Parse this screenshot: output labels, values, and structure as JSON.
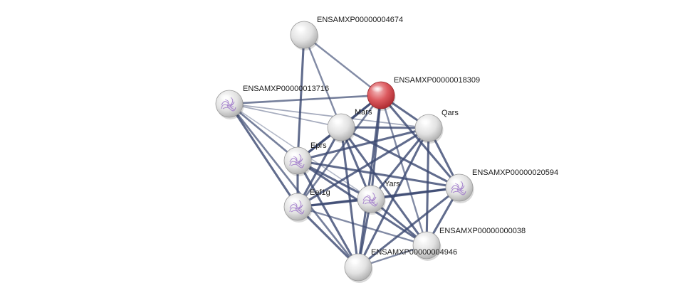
{
  "network": {
    "colors": {
      "edge": "#3c4a72",
      "node_default": "#e6e6e6",
      "node_query": "#d9454a",
      "structure": "#9a72c8"
    },
    "nodes": [
      {
        "id": "n4674",
        "label": "ENSAMXP00000004674",
        "query": false,
        "structure": false
      },
      {
        "id": "n18309",
        "label": "ENSAMXP00000018309",
        "query": true,
        "structure": false
      },
      {
        "id": "n13716",
        "label": "ENSAMXP00000013716",
        "query": false,
        "structure": true
      },
      {
        "id": "mars",
        "label": "Mars",
        "query": false,
        "structure": false
      },
      {
        "id": "qars",
        "label": "Qars",
        "query": false,
        "structure": false
      },
      {
        "id": "eprs",
        "label": "Eprs",
        "query": false,
        "structure": true
      },
      {
        "id": "n20594",
        "label": "ENSAMXP00000020594",
        "query": false,
        "structure": true
      },
      {
        "id": "yars",
        "label": "Yars",
        "query": false,
        "structure": true
      },
      {
        "id": "eef1g",
        "label": "Eef1g",
        "query": false,
        "structure": true
      },
      {
        "id": "n38",
        "label": "ENSAMXP00000000038",
        "query": false,
        "structure": false
      },
      {
        "id": "n4946",
        "label": "ENSAMXP00000004946",
        "query": false,
        "structure": false
      }
    ],
    "edges": [
      {
        "from": "n4674",
        "to": "n18309",
        "strength": 0.55
      },
      {
        "from": "n4674",
        "to": "mars",
        "strength": 0.55
      },
      {
        "from": "n4674",
        "to": "eprs",
        "strength": 0.8
      },
      {
        "from": "n13716",
        "to": "n18309",
        "strength": 0.65
      },
      {
        "from": "n13716",
        "to": "mars",
        "strength": 0.3
      },
      {
        "from": "n13716",
        "to": "qars",
        "strength": 0.3
      },
      {
        "from": "n13716",
        "to": "eprs",
        "strength": 0.65
      },
      {
        "from": "n13716",
        "to": "eef1g",
        "strength": 0.8
      },
      {
        "from": "n13716",
        "to": "yars",
        "strength": 0.2
      },
      {
        "from": "n13716",
        "to": "n4946",
        "strength": 0.65
      },
      {
        "from": "n18309",
        "to": "mars",
        "strength": 0.8
      },
      {
        "from": "n18309",
        "to": "qars",
        "strength": 0.8
      },
      {
        "from": "n18309",
        "to": "eprs",
        "strength": 0.8
      },
      {
        "from": "n18309",
        "to": "n20594",
        "strength": 0.8
      },
      {
        "from": "n18309",
        "to": "yars",
        "strength": 0.8
      },
      {
        "from": "n18309",
        "to": "eef1g",
        "strength": 0.65
      },
      {
        "from": "n18309",
        "to": "n38",
        "strength": 0.55
      },
      {
        "from": "n18309",
        "to": "n4946",
        "strength": 0.8
      },
      {
        "from": "mars",
        "to": "qars",
        "strength": 0.8
      },
      {
        "from": "mars",
        "to": "eprs",
        "strength": 0.8
      },
      {
        "from": "mars",
        "to": "n20594",
        "strength": 0.8
      },
      {
        "from": "mars",
        "to": "yars",
        "strength": 0.8
      },
      {
        "from": "mars",
        "to": "eef1g",
        "strength": 0.8
      },
      {
        "from": "mars",
        "to": "n38",
        "strength": 0.8
      },
      {
        "from": "mars",
        "to": "n4946",
        "strength": 0.8
      },
      {
        "from": "qars",
        "to": "eprs",
        "strength": 0.8
      },
      {
        "from": "qars",
        "to": "n20594",
        "strength": 0.8
      },
      {
        "from": "qars",
        "to": "yars",
        "strength": 0.8
      },
      {
        "from": "qars",
        "to": "eef1g",
        "strength": 0.8
      },
      {
        "from": "qars",
        "to": "n38",
        "strength": 0.8
      },
      {
        "from": "qars",
        "to": "n4946",
        "strength": 0.8
      },
      {
        "from": "eprs",
        "to": "n20594",
        "strength": 0.8
      },
      {
        "from": "eprs",
        "to": "yars",
        "strength": 0.8
      },
      {
        "from": "eprs",
        "to": "eef1g",
        "strength": 0.8
      },
      {
        "from": "eprs",
        "to": "n38",
        "strength": 0.8
      },
      {
        "from": "eprs",
        "to": "n4946",
        "strength": 0.8
      },
      {
        "from": "n20594",
        "to": "yars",
        "strength": 0.8
      },
      {
        "from": "n20594",
        "to": "eef1g",
        "strength": 0.8
      },
      {
        "from": "n20594",
        "to": "n38",
        "strength": 0.8
      },
      {
        "from": "n20594",
        "to": "n4946",
        "strength": 0.8
      },
      {
        "from": "yars",
        "to": "eef1g",
        "strength": 0.8
      },
      {
        "from": "yars",
        "to": "n38",
        "strength": 0.8
      },
      {
        "from": "yars",
        "to": "n4946",
        "strength": 0.8
      },
      {
        "from": "eef1g",
        "to": "n38",
        "strength": 0.55
      },
      {
        "from": "eef1g",
        "to": "n4946",
        "strength": 0.8
      },
      {
        "from": "n38",
        "to": "n4946",
        "strength": 0.55
      }
    ]
  }
}
